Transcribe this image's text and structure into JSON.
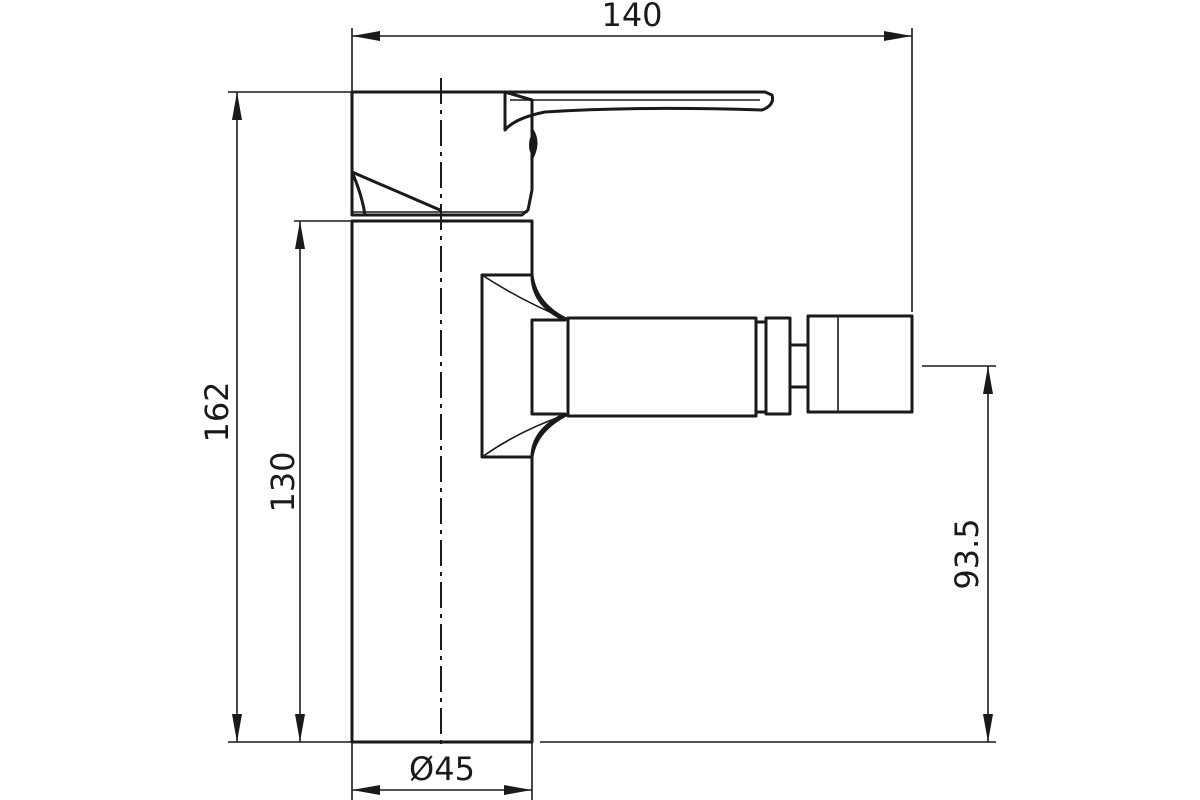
{
  "drawing": {
    "title": "",
    "stroke_color": "#1a1a1a",
    "background": "#ffffff"
  },
  "dimensions": {
    "overall_width": "140",
    "overall_height": "162",
    "body_height": "130",
    "spout_height": "93.5",
    "base_diameter": "Ø45"
  }
}
